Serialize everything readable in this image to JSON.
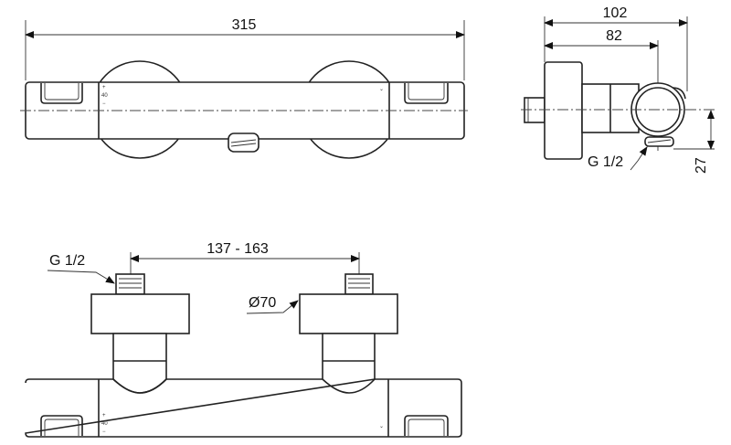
{
  "top_view": {
    "width_dimension": "315",
    "dial_marks": {
      "plus": "+",
      "temp": "40",
      "minus": "−",
      "check": "⌄"
    }
  },
  "side_view": {
    "depth_dimension": "102",
    "outlet_depth_dimension": "82",
    "outlet_offset_dimension": "27",
    "outlet_thread": "G 1/2"
  },
  "front_view": {
    "inlet_spacing_dimension": "137 - 163",
    "inlet_thread": "G 1/2",
    "escutcheon_diameter": "Ø70",
    "dial_marks": {
      "plus": "+",
      "temp": "40",
      "minus": "−",
      "check": "⌄"
    }
  }
}
